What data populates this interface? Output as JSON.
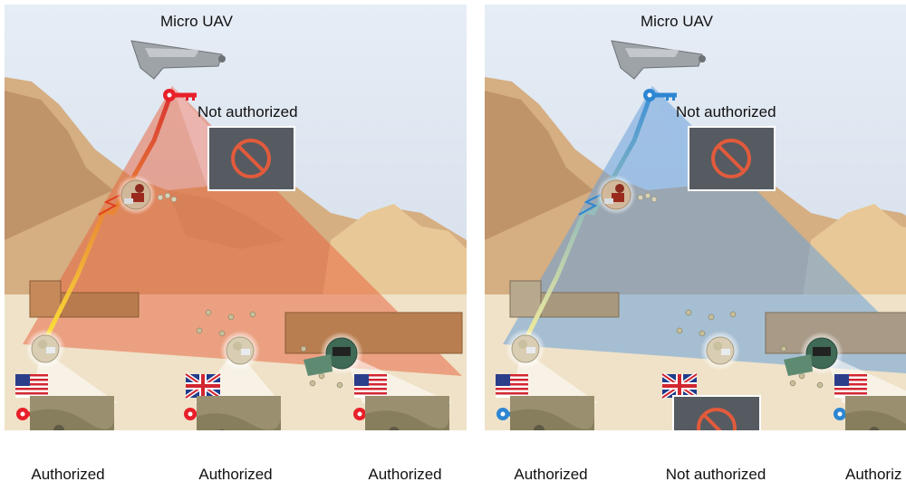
{
  "colors": {
    "sky": "#dde6f2",
    "mountain": "#d8b48a",
    "red_key": "#e8202a",
    "blue_key": "#2d86d2",
    "red_cone": "#e8603a",
    "blue_cone": "#6aa0d8",
    "denied": "#555b60",
    "denied_symbol": "#e25a3c"
  },
  "panels": [
    {
      "id": "left",
      "key_color": "red",
      "uav_label": "Micro UAV",
      "not_authorized_label": "Not authorized",
      "bottom_labels": [
        "Authorized",
        "Authorized",
        "Authorized"
      ]
    },
    {
      "id": "right",
      "key_color": "blue",
      "uav_label": "Micro UAV",
      "not_authorized_label": "Not authorized",
      "bottom_labels": [
        "Authorized",
        "Not authorized",
        "Authoriz"
      ]
    }
  ]
}
